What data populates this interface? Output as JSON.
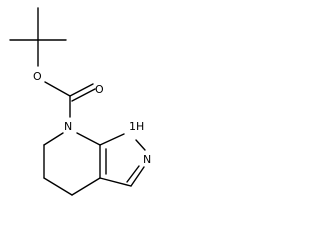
{
  "molecule": {
    "atoms": {
      "ether_oxygen": "O",
      "carbonyl_oxygen": "O",
      "ring_nitrogen": "N",
      "nh_label": "1",
      "nh_h": "H",
      "pyrazole_nitrogen": "N"
    }
  }
}
